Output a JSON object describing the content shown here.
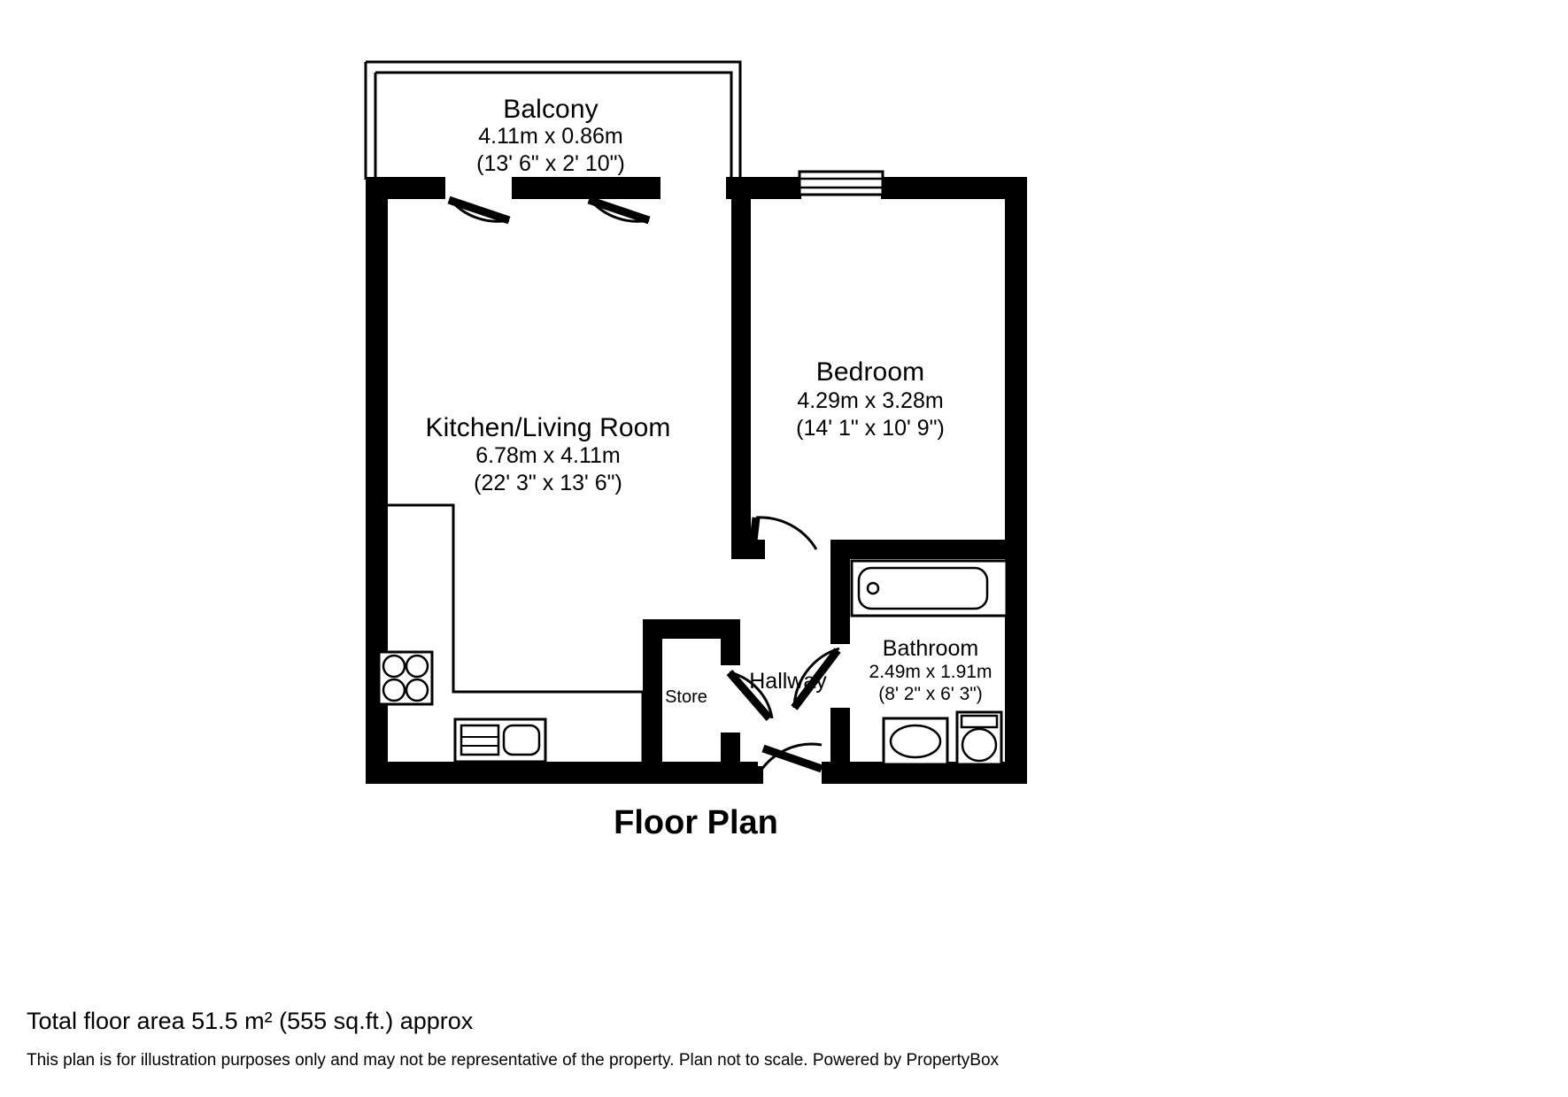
{
  "plan": {
    "title": "Floor Plan",
    "total_area": "Total floor area 51.5 m² (555 sq.ft.) approx",
    "disclaimer": "This plan is for illustration purposes only and may not be representative of the property. Plan not to scale. Powered by PropertyBox",
    "wall_color": "#000000",
    "background_color": "#ffffff",
    "line_color": "#000000"
  },
  "rooms": [
    {
      "id": "balcony",
      "name": "Balcony",
      "dim_metric": "4.11m x 0.86m",
      "dim_imperial": "(13' 6\" x 2' 10\")"
    },
    {
      "id": "kitchen-living-room",
      "name": "Kitchen/Living Room",
      "dim_metric": "6.78m x 4.11m",
      "dim_imperial": "(22' 3\" x 13' 6\")"
    },
    {
      "id": "bedroom",
      "name": "Bedroom",
      "dim_metric": "4.29m x 3.28m",
      "dim_imperial": "(14' 1\" x 10' 9\")"
    },
    {
      "id": "bathroom",
      "name": "Bathroom",
      "dim_metric": "2.49m x 1.91m",
      "dim_imperial": "(8' 2\" x 6' 3\")"
    },
    {
      "id": "hallway",
      "name": "Hallway",
      "dim_metric": "",
      "dim_imperial": ""
    },
    {
      "id": "store",
      "name": "Store",
      "dim_metric": "",
      "dim_imperial": ""
    }
  ],
  "fixtures": [
    {
      "id": "hob",
      "label": "hob-4-burner"
    },
    {
      "id": "sink",
      "label": "kitchen-sink"
    },
    {
      "id": "bathtub",
      "label": "bathtub"
    },
    {
      "id": "basin",
      "label": "wash-basin"
    },
    {
      "id": "toilet",
      "label": "toilet"
    },
    {
      "id": "window-bedroom",
      "label": "window"
    },
    {
      "id": "door-balcony-left",
      "label": "door-swing"
    },
    {
      "id": "door-balcony-right",
      "label": "door-swing"
    },
    {
      "id": "door-bedroom",
      "label": "door-swing"
    },
    {
      "id": "door-bathroom",
      "label": "door-swing"
    },
    {
      "id": "door-store",
      "label": "door-swing"
    },
    {
      "id": "door-entrance",
      "label": "door-swing"
    }
  ]
}
